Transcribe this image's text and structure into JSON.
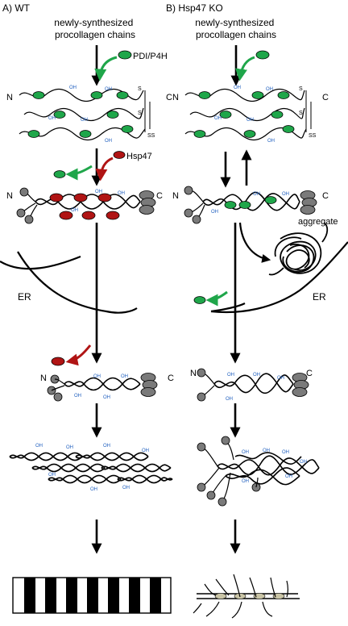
{
  "panels": {
    "wt": {
      "title": "A) WT",
      "start": "newly-synthesized\nprocollagen chains",
      "chaperone_pdi": "PDI/P4H",
      "chaperone_hsp47": "Hsp47",
      "n": "N",
      "c": "C",
      "compartment": "ER"
    },
    "ko": {
      "title": "B) Hsp47 KO",
      "start": "newly-synthesized\nprocollagen chains",
      "n": "N",
      "c": "C",
      "aggregate": "aggregate",
      "compartment": "ER"
    }
  },
  "marks": {
    "oh": "OH",
    "ss": "S",
    "ss2": "SS"
  },
  "colors": {
    "pdi": "#1fa64a",
    "hsp47": "#b01414",
    "cterm": "#7a7a7a",
    "oh": "#1f5fbf"
  }
}
